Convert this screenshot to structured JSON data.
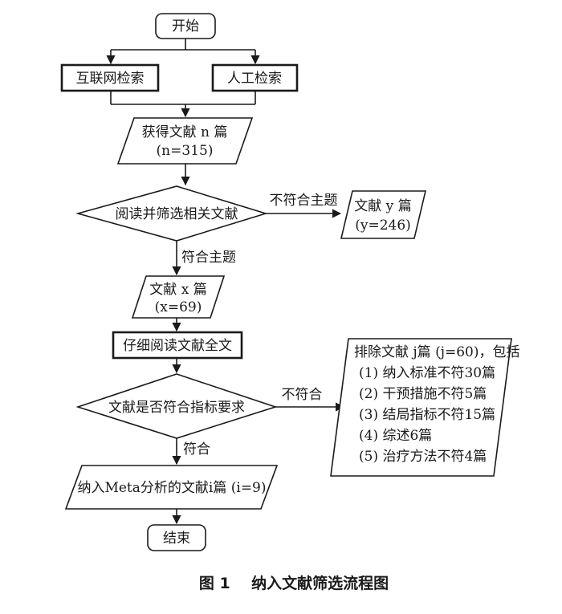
{
  "nodes": {
    "start": "开始",
    "internet_search": "互联网检索",
    "manual_search": "人工检索",
    "obtained_line1": "获得文献 n 篇",
    "obtained_line2": "(n=315)",
    "screen": "阅读并筛选相关文献",
    "offtopic_line1": "文献 y 篇",
    "offtopic_line2": "(y=246)",
    "ontopic_line1": "文献 x 篇",
    "ontopic_line2": "(x=69)",
    "fulltext": "仔细阅读文献全文",
    "criteria": "文献是否符合指标要求",
    "excluded_title": "排除文献 j篇 (j=60)，包括",
    "excluded_items": [
      "(1) 纳入标准不符30篇",
      "(2) 干预措施不符5篇",
      "(3) 结局指标不符15篇",
      "(4) 综述6篇",
      "(5) 治疗方法不符4篇"
    ],
    "included": "纳入Meta分析的文献i篇 (i=9)",
    "end": "结束"
  },
  "edges": {
    "not_on_topic": "不符合主题",
    "on_topic": "符合主题",
    "not_match": "不符合",
    "match": "符合"
  },
  "caption": "图 1    纳入文献筛选流程图"
}
